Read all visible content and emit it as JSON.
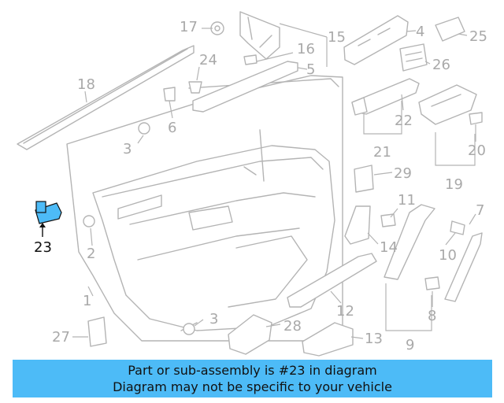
{
  "highlight_color": "#4dbbf7",
  "banner": {
    "line1": "Part or sub-assembly is #23 in diagram",
    "line2": "Diagram may not be specific to your vehicle"
  },
  "callouts": {
    "c1": "1",
    "c2": "2",
    "c3a": "3",
    "c3b": "3",
    "c4": "4",
    "c5": "5",
    "c6": "6",
    "c7": "7",
    "c8": "8",
    "c9": "9",
    "c10": "10",
    "c11": "11",
    "c12": "12",
    "c13": "13",
    "c14": "14",
    "c15": "15",
    "c16": "16",
    "c17": "17",
    "c18": "18",
    "c19": "19",
    "c20": "20",
    "c21": "21",
    "c22": "22",
    "c23": "23",
    "c24": "24",
    "c25": "25",
    "c26": "26",
    "c27": "27",
    "c28": "28",
    "c29": "29"
  }
}
